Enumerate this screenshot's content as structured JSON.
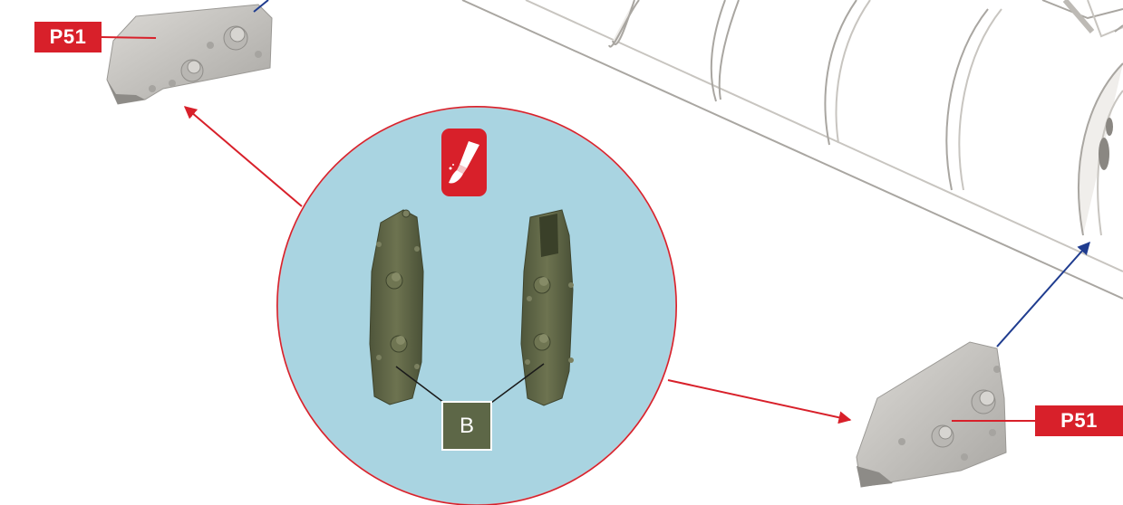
{
  "labels": {
    "part_top_left": "P51",
    "part_bottom_right": "P51",
    "color_code": "B"
  },
  "icons": {
    "paint": "paint-brush-icon"
  },
  "colors": {
    "label_red": "#d8202a",
    "arrow_red": "#d8202a",
    "arrow_blue": "#1f3c8f",
    "paint_olive": "#5d6747",
    "detail_background": "#a9d4e1",
    "part_grey": "#c4c2bf"
  }
}
